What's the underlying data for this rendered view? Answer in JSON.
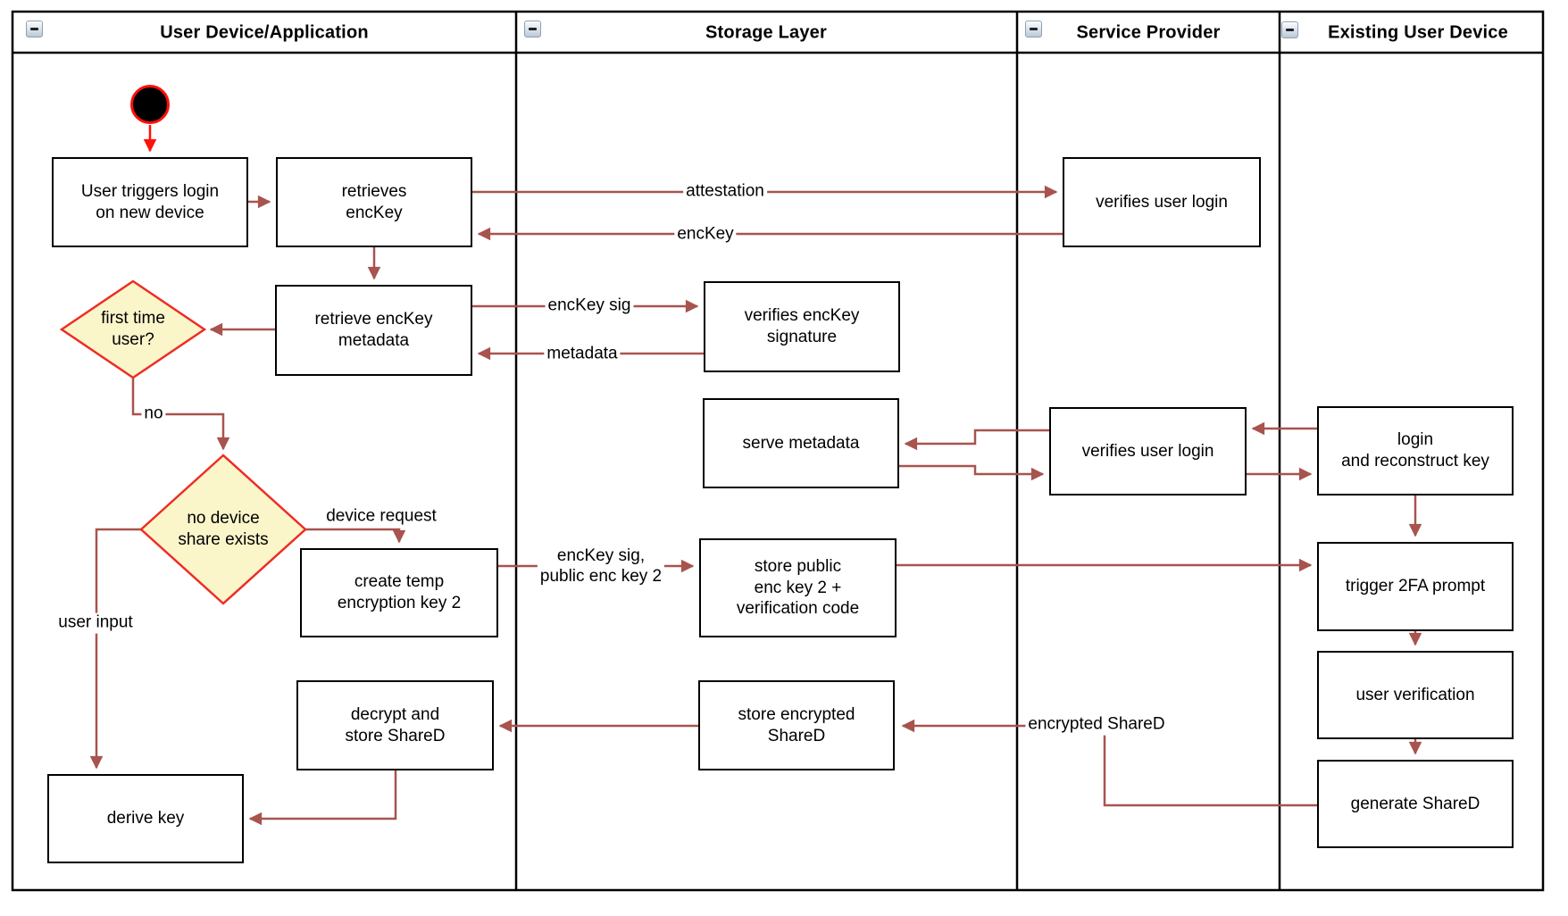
{
  "diagram": {
    "type": "swimlane-activity-diagram",
    "colors": {
      "connector": "#A8534E",
      "start_arrow": "#FF1008",
      "node_border": "#000000",
      "node_fill": "#FFFFFF",
      "decision_fill": "#FBF6CA",
      "decision_border": "#EE2D24",
      "start_fill": "#000000"
    },
    "lanes": [
      {
        "title": "User Device/Application",
        "collapse_icon": "minus"
      },
      {
        "title": "Storage Layer",
        "collapse_icon": "minus"
      },
      {
        "title": "Service Provider",
        "collapse_icon": "minus"
      },
      {
        "title": "Existing User Device",
        "collapse_icon": "minus"
      }
    ],
    "nodes": {
      "trigger_login": {
        "lane": "User Device/Application",
        "label": "User triggers login\non new device"
      },
      "retrieves_enckey": {
        "lane": "User Device/Application",
        "label": "retrieves\nencKey"
      },
      "first_time_user": {
        "lane": "User Device/Application",
        "type": "decision",
        "label": "first time\nuser?"
      },
      "retrieve_metadata": {
        "lane": "User Device/Application",
        "label": "retrieve encKey\nmetadata"
      },
      "no_device_share": {
        "lane": "User Device/Application",
        "type": "decision",
        "label": "no device\nshare exists"
      },
      "create_temp_key": {
        "lane": "User Device/Application",
        "label": "create temp\nencryption key 2"
      },
      "decrypt_store_shared": {
        "lane": "User Device/Application",
        "label": "decrypt and\nstore ShareD"
      },
      "derive_key": {
        "lane": "User Device/Application",
        "label": "derive key"
      },
      "verifies_signature": {
        "lane": "Storage Layer",
        "label": "verifies encKey\nsignature"
      },
      "serve_metadata": {
        "lane": "Storage Layer",
        "label": "serve metadata"
      },
      "store_public_key": {
        "lane": "Storage Layer",
        "label": "store public\nenc key 2 +\nverification code"
      },
      "store_encrypted_shared": {
        "lane": "Storage Layer",
        "label": "store encrypted\nShareD"
      },
      "verifies_login_top": {
        "lane": "Service Provider",
        "label": "verifies user login"
      },
      "verifies_login_mid": {
        "lane": "Service Provider",
        "label": "verifies user login"
      },
      "login_reconstruct": {
        "lane": "Existing User Device",
        "label": "login\nand reconstruct key"
      },
      "trigger_2fa": {
        "lane": "Existing User Device",
        "label": "trigger 2FA prompt"
      },
      "user_verification": {
        "lane": "Existing User Device",
        "label": "user verification"
      },
      "generate_shared": {
        "lane": "Existing User Device",
        "label": "generate ShareD"
      }
    },
    "edge_labels": {
      "attestation": "attestation",
      "enckey": "encKey",
      "enckey_sig": "encKey sig",
      "metadata": "metadata",
      "no": "no",
      "device_request": "device request",
      "user_input": "user input",
      "enckey_sig_pub2": "encKey sig,\npublic enc key 2",
      "encrypted_shared": "encrypted ShareD"
    }
  }
}
